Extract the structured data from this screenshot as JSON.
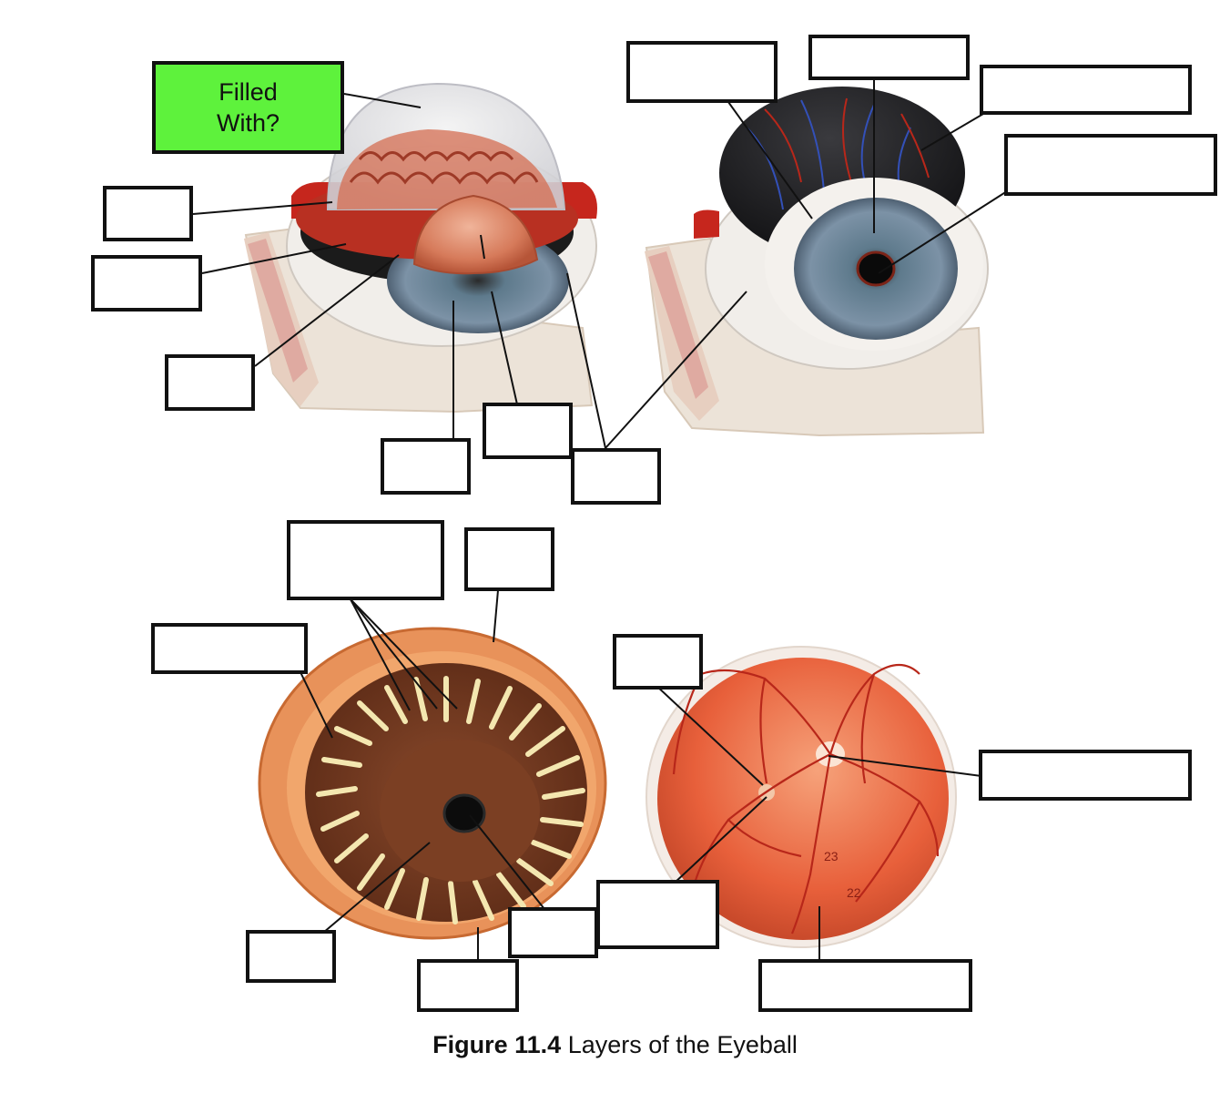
{
  "colors": {
    "green_label": "#5ef23c",
    "sclera": "#f1eeea",
    "iris": "#6f8499",
    "choroid": "#7b3f23",
    "retina": "#e8603b",
    "vessel": "#b8271a",
    "ciliary_processes": "#f4e7b0"
  },
  "labels": {
    "filled_with": "Filled\nWith?"
  },
  "caption": {
    "figure_number": "Figure 11.4",
    "title": "Layers of the Eyeball"
  }
}
